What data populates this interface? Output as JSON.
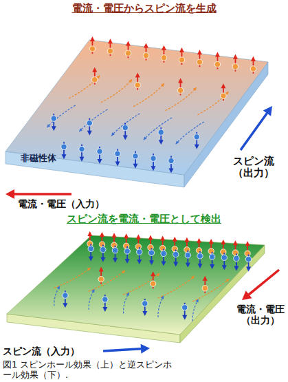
{
  "diagram": {
    "caption": "図1 スピンホール効果（上）と逆スピンホール効果（下）.",
    "nodes": [
      {
        "text": [
          "非磁性体"
        ]
      }
    ],
    "labels": [
      "電流・電圧からスピン流を生成",
      "スピン流 （出力）",
      "電流・電圧（入力）",
      "スピン流を電流・電圧として検出",
      "電流・電圧 （出力）",
      "スピン流（入力）"
    ]
  }
}
